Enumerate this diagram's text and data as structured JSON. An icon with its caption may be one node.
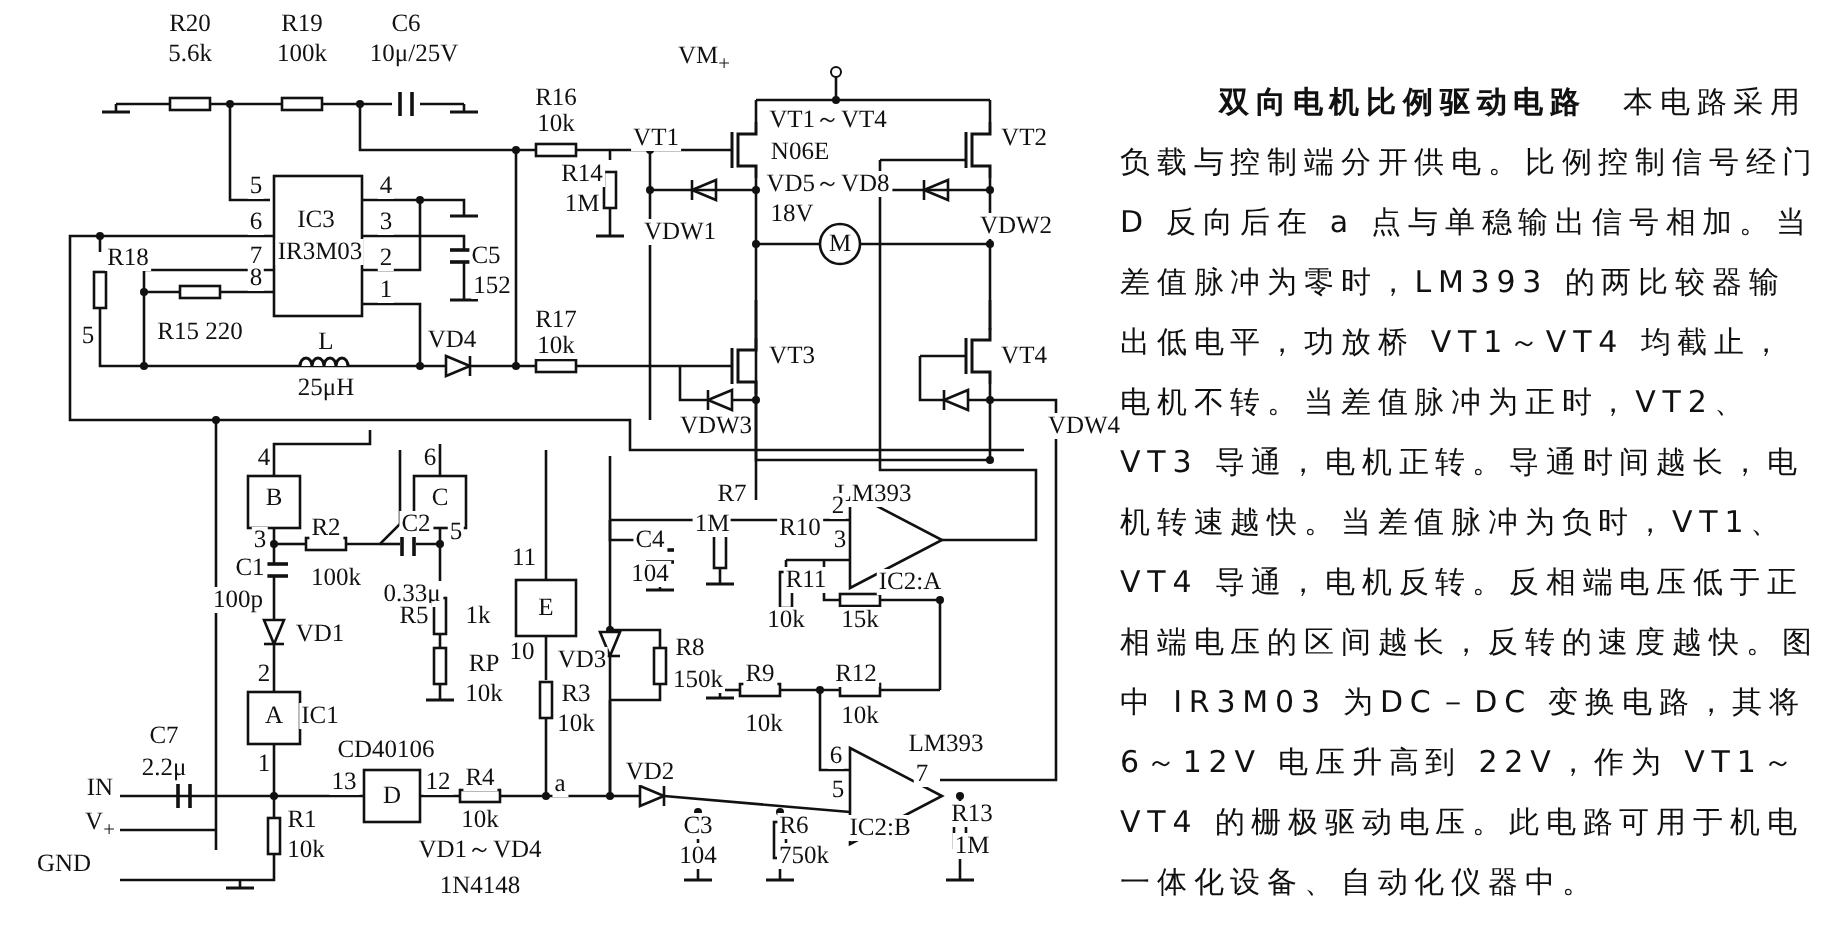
{
  "diagram": {
    "title": "双向电机比例驱动电路",
    "labels": [
      "R20",
      "5.6k",
      "R19",
      "100k",
      "C6",
      "10μ/25V",
      "VM$_{+}$",
      "R16",
      "10k",
      "VT1",
      "VT1～VT4",
      "N06E",
      "VD5～VD8",
      "18V",
      "VT2",
      "R14",
      "1M",
      "5",
      "4",
      "6",
      "IC3",
      "3",
      "7",
      "IR3M03",
      "2",
      "C5",
      "152",
      "VDW1",
      "VDW2",
      "M",
      "R18",
      "8",
      "1",
      "5",
      "R15 220",
      "L",
      "25μH",
      "VD4",
      "R17",
      "10k",
      "VT3",
      "VT4",
      "VDW3",
      "VDW4",
      "4",
      "B",
      "6",
      "C",
      "3",
      "R2",
      "C2",
      "5",
      "C1",
      "100k",
      "100p",
      "0.33μ",
      "11",
      "E",
      "R5",
      "1k",
      "VD1",
      "10",
      "RP",
      "VD3",
      "2",
      "10k",
      "R3",
      "A",
      "IC1",
      "10k",
      "C7",
      "CD40106",
      "2.2μ",
      "1",
      "13",
      "D",
      "12",
      "R4",
      "a",
      "IN",
      "V$_{+}$",
      "R1",
      "10k",
      "10k",
      "VD1～VD4",
      "GND",
      "1N4148",
      "R7",
      "LM393",
      "2",
      "C4",
      "1M",
      "R10",
      "3",
      "104",
      "R11",
      "IC2:A",
      "10k",
      "15k",
      "R8",
      "150k",
      "R9",
      "R12",
      "10k",
      "10k",
      "LM393",
      "6",
      "VD2",
      "7",
      "5",
      "C3",
      "R6",
      "IC2:B",
      "R13",
      "104",
      "750k",
      "1M",
      "本电路采用负载与控制端分开供电。比例控制信号经门 D 反向后在 a 点与单稳输出信号相加。当差值脉冲为零时，LM393 的两比较器输出低电平，功放桥 VT1～VT4 均截止，电机不转。当差值脉冲为正时，VT2、VT3 导通，电机正转。导通时间越长，电机转速越快。当差值脉冲为负时，VT1、VT4 导通，电机反转。反相端电压低于正相端电压的区间越长，反转的速度越快。图中 IR3M03 为DC－DC 变换电路，其将 6～12V 电压升高到 22V，作为 VT1～VT4 的栅极驱动电压。此电路可用于机电一体化设备、自动化仪器中。"
    ]
  }
}
